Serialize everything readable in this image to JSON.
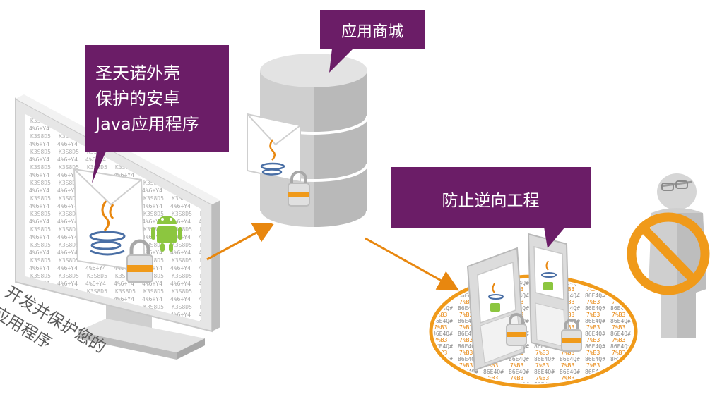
{
  "callouts": {
    "unity_protected": "圣天诺外壳\n保护的安卓\nJava应用程序",
    "app_store": "应用商城",
    "prevent_reverse": "防止逆向工程"
  },
  "developer_caption": "开发并保护您的\n应用程序",
  "colors": {
    "callout_purple": "#6b1d67",
    "arrow_orange": "#e8870f",
    "prohibit_orange": "#f09a1a",
    "device_gray": "#d8d8d8"
  },
  "icons": [
    "monitor-icon",
    "database-icon",
    "envelope-icon",
    "java-logo-icon",
    "android-icon",
    "padlock-icon",
    "phone-icon",
    "person-icon",
    "prohibited-icon",
    "arrow-icon"
  ]
}
